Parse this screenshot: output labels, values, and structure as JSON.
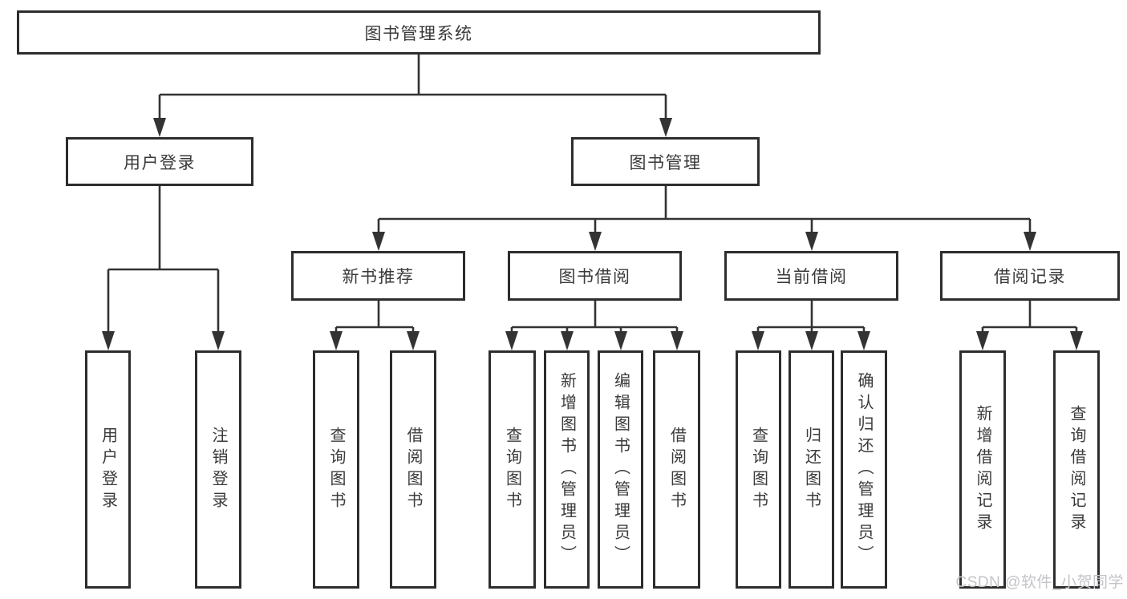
{
  "diagram": {
    "tree": {
      "root": {
        "label": "图书管理系统"
      },
      "branches": [
        {
          "label": "用户登录",
          "children": [
            {
              "label": "用户登录"
            },
            {
              "label": "注销登录"
            }
          ]
        },
        {
          "label": "图书管理",
          "children": [
            {
              "label": "新书推荐",
              "children": [
                {
                  "label": "查询图书"
                },
                {
                  "label": "借阅图书"
                }
              ]
            },
            {
              "label": "图书借阅",
              "children": [
                {
                  "label": "查询图书"
                },
                {
                  "label": "新增图书（管理员）"
                },
                {
                  "label": "编辑图书（管理员）"
                },
                {
                  "label": "借阅图书"
                }
              ]
            },
            {
              "label": "当前借阅",
              "children": [
                {
                  "label": "查询图书"
                },
                {
                  "label": "归还图书"
                },
                {
                  "label": "确认归还（管理员）"
                }
              ]
            },
            {
              "label": "借阅记录",
              "children": [
                {
                  "label": "新增借阅记录"
                },
                {
                  "label": "查询借阅记录"
                }
              ]
            }
          ]
        }
      ]
    },
    "watermark": {
      "text": "CSDN @软件_小贺同学"
    },
    "colors": {
      "line": "#333333",
      "box_border": "#2d2d2d",
      "text": "#3a3a3a",
      "watermark": "#c3c3c9",
      "background": "#ffffff"
    }
  }
}
